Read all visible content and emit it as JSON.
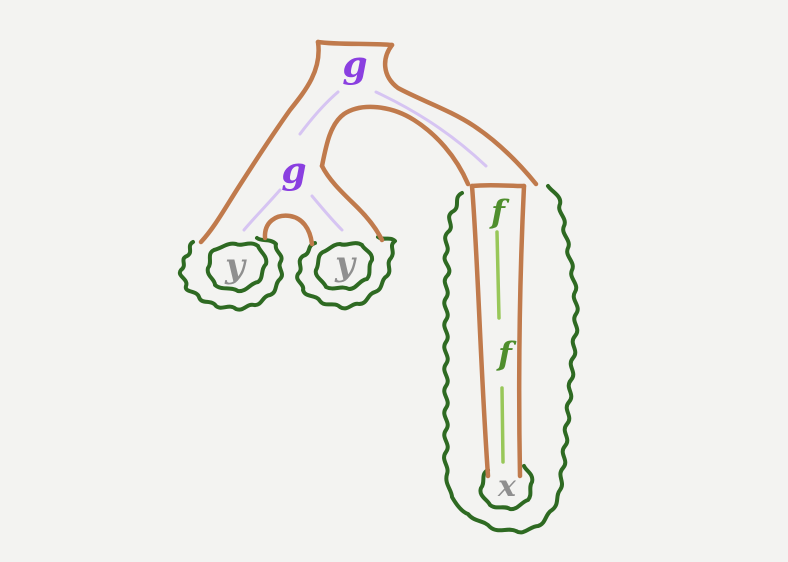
{
  "labels": {
    "g_top": "g",
    "g_mid": "g",
    "f_top": "f",
    "f_mid": "f",
    "y_left": "y",
    "y_right": "y",
    "x_bottom": "x"
  },
  "colors": {
    "background": "#f3f3f1",
    "branch": "#c07a4c",
    "leaf": "#2e6a22",
    "g_label": "#8a3fe0",
    "g_line": "#d6c4f2",
    "f_label": "#4f8e2d",
    "f_line": "#98c759",
    "var_label": "#8f8f8f"
  }
}
